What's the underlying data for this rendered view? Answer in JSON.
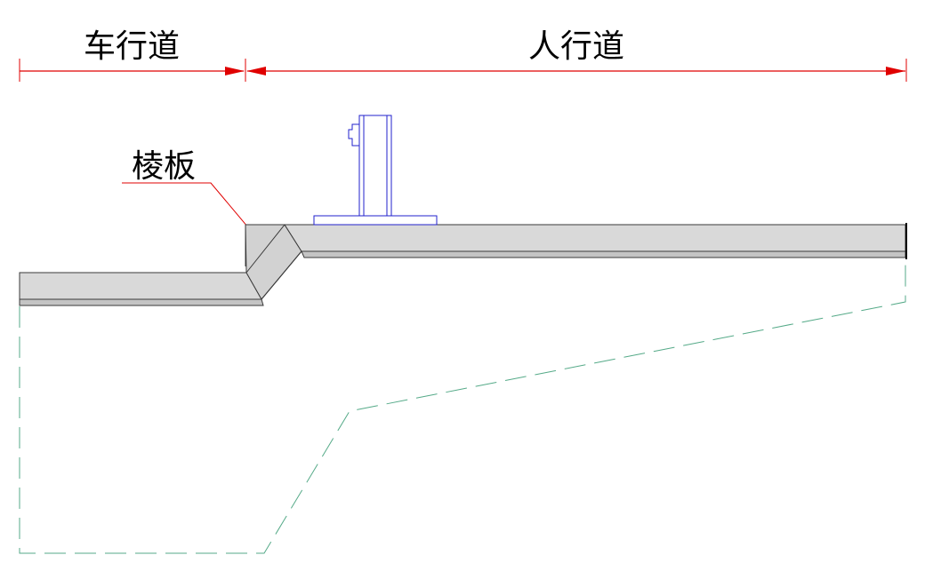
{
  "labels": {
    "roadway": "车行道",
    "sidewalk": "人行道",
    "edge_slab": "棱板"
  },
  "colors": {
    "dimension": "#e00000",
    "leader": "#e00000",
    "slab_fill": "#d9d9d9",
    "outline": "#3a3a3a",
    "railing": "#2222cc",
    "hidden_line": "#55aa88"
  }
}
